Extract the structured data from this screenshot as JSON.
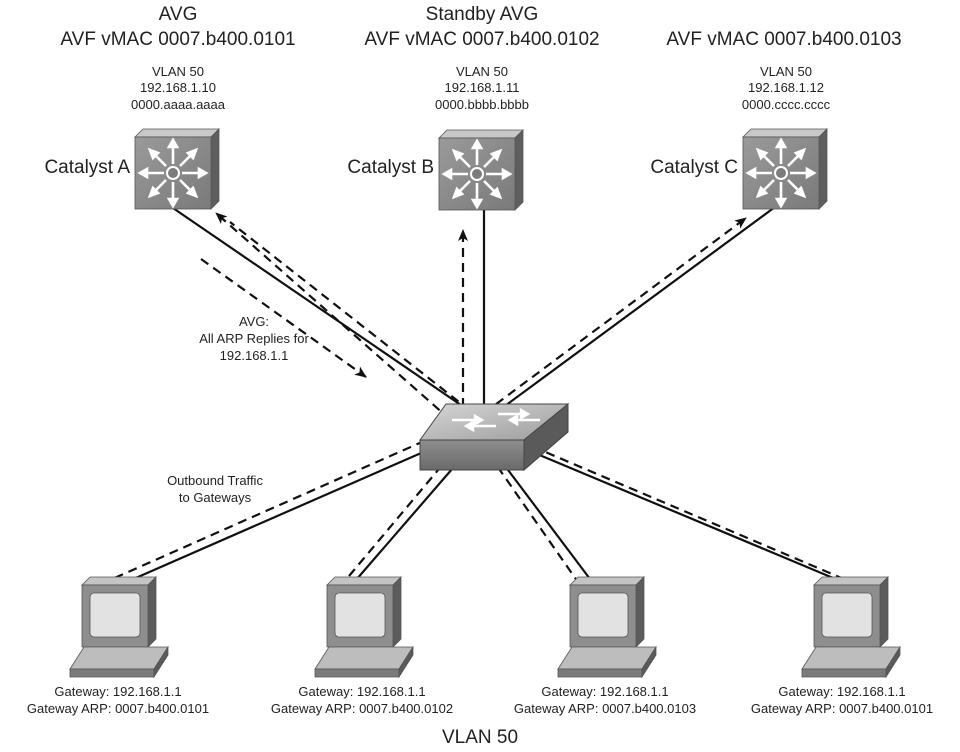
{
  "routers": [
    {
      "role": "AVG",
      "vmac": "AVF vMAC 0007.b400.0101",
      "vlan": "VLAN 50",
      "ip": "192.168.1.10",
      "mac": "0000.aaaa.aaaa",
      "name": "Catalyst A",
      "icon": "multilayer-switch-icon"
    },
    {
      "role": "Standby AVG",
      "vmac": "AVF vMAC 0007.b400.0102",
      "vlan": "VLAN 50",
      "ip": "192.168.1.11",
      "mac": "0000.bbbb.bbbb",
      "name": "Catalyst B",
      "icon": "multilayer-switch-icon"
    },
    {
      "role": "",
      "vmac": "AVF vMAC 0007.b400.0103",
      "vlan": "VLAN 50",
      "ip": "192.168.1.12",
      "mac": "0000.cccc.cccc",
      "name": "Catalyst C",
      "icon": "multilayer-switch-icon"
    }
  ],
  "annotations": {
    "avg_line1": "AVG:",
    "avg_line2": "All ARP Replies for",
    "avg_line3": "192.168.1.1",
    "outbound_line1": "Outbound Traffic",
    "outbound_line2": "to Gateways"
  },
  "access_switch": {
    "icon": "workgroup-switch-icon"
  },
  "hosts": [
    {
      "gateway": "Gateway: 192.168.1.1",
      "arp": "Gateway ARP: 0007.b400.0101",
      "icon": "workstation-icon"
    },
    {
      "gateway": "Gateway: 192.168.1.1",
      "arp": "Gateway ARP: 0007.b400.0102",
      "icon": "workstation-icon"
    },
    {
      "gateway": "Gateway: 192.168.1.1",
      "arp": "Gateway ARP: 0007.b400.0103",
      "icon": "workstation-icon"
    },
    {
      "gateway": "Gateway: 192.168.1.1",
      "arp": "Gateway ARP: 0007.b400.0101",
      "icon": "workstation-icon"
    }
  ],
  "footer": {
    "vlan": "VLAN 50"
  },
  "colors": {
    "line": "#111111",
    "device_face": "#8a8a8a",
    "device_dark": "#5a5a5a",
    "device_light": "#c2c2c2"
  }
}
